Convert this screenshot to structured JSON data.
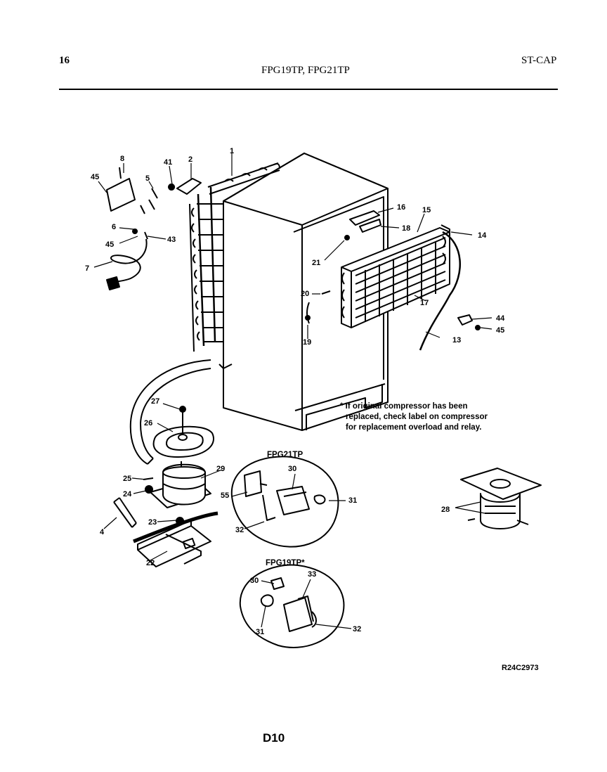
{
  "header": {
    "page_number": "16",
    "models": "FPG19TP, FPG21TP",
    "section_code": "ST-CAP"
  },
  "callouts": [
    "1",
    "2",
    "4",
    "5",
    "6",
    "7",
    "8",
    "13",
    "14",
    "15",
    "16",
    "17",
    "18",
    "19",
    "19",
    "20",
    "21",
    "22",
    "23",
    "24",
    "25",
    "26",
    "27",
    "28",
    "29",
    "30",
    "31",
    "32",
    "55",
    "41",
    "43",
    "44",
    "45",
    "45",
    "30",
    "31",
    "32",
    "33"
  ],
  "detail_fpg21tp": {
    "title": "FPG21TP"
  },
  "detail_fpg19tp": {
    "title": "FPG19TP*"
  },
  "note": {
    "line1": "* If original compressor has been",
    "line2": "replaced, check label on compressor",
    "line3": "for replacement overload and relay."
  },
  "drawing_ref": "R24C2973",
  "footer": "D10"
}
